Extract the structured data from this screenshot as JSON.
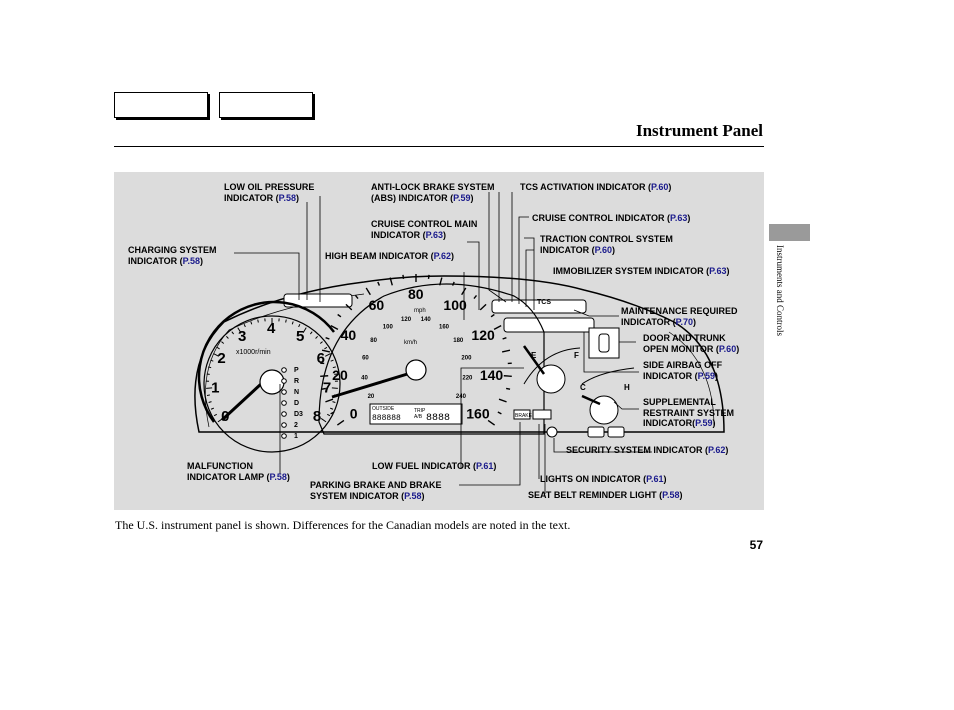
{
  "header": {
    "title": "Instrument Panel"
  },
  "side_tab": {
    "label": "Instruments and Controls"
  },
  "caption": "The U.S. instrument panel is shown. Differences for the Canadian models are noted in the text.",
  "page_number": "57",
  "labels": {
    "low_oil": {
      "l1": "LOW OIL PRESSURE",
      "l2": "INDICATOR (",
      "ref": "P.58",
      "end": ")"
    },
    "abs": {
      "l1": "ANTI-LOCK BRAKE SYSTEM",
      "l2": "(ABS) INDICATOR (",
      "ref": "P.59",
      "end": ")"
    },
    "tcs_act": {
      "l1": "TCS ACTIVATION INDICATOR (",
      "ref": "P.60",
      "end": ")"
    },
    "cruise_main": {
      "l1": "CRUISE CONTROL MAIN",
      "l2": "INDICATOR  (",
      "ref": "P.63",
      "end": ")"
    },
    "cruise_ind": {
      "l1": "CRUISE CONTROL INDICATOR (",
      "ref": "P.63",
      "end": ")"
    },
    "charging": {
      "l1": "CHARGING SYSTEM",
      "l2": "INDICATOR (",
      "ref": "P.58",
      "end": ")"
    },
    "high_beam": {
      "l1": "HIGH BEAM INDICATOR (",
      "ref": "P.62",
      "end": ")"
    },
    "traction": {
      "l1": "TRACTION CONTROL SYSTEM",
      "l2": "INDICATOR (",
      "ref": "P.60",
      "end": ")"
    },
    "immobilizer": {
      "l1": "IMMOBILIZER SYSTEM INDICATOR (",
      "ref": "P.63",
      "end": ")"
    },
    "maintenance": {
      "l1": "MAINTENANCE REQUIRED",
      "l2": "INDICATOR (",
      "ref": "P.70",
      "end": ")"
    },
    "door": {
      "l1": "DOOR AND TRUNK",
      "l2": "OPEN MONITOR (",
      "ref": "P.60",
      "end": ")"
    },
    "side_airbag": {
      "l1": "SIDE AIRBAG OFF",
      "l2": "INDICATOR (",
      "ref": "P.59",
      "end": ")"
    },
    "srs": {
      "l1": "SUPPLEMENTAL",
      "l2": "RESTRAINT SYSTEM",
      "l3": "INDICATOR(",
      "ref": "P.59",
      "end": ")"
    },
    "security": {
      "l1": "SECURITY SYSTEM INDICATOR (",
      "ref": "P.62",
      "end": ")"
    },
    "malfunction": {
      "l1": "MALFUNCTION",
      "l2": "INDICATOR LAMP (",
      "ref": "P.58",
      "end": ")"
    },
    "low_fuel": {
      "l1": "LOW FUEL INDICATOR (",
      "ref": "P.61",
      "end": ")"
    },
    "lights_on": {
      "l1": "LIGHTS ON INDICATOR (",
      "ref": "P.61",
      "end": ")"
    },
    "parking_brake": {
      "l1": "PARKING BRAKE AND BRAKE",
      "l2": "SYSTEM INDICATOR (",
      "ref": "P.58",
      "end": ")"
    },
    "seat_belt": {
      "l1": "SEAT BELT REMINDER LIGHT  (",
      "ref": "P.58",
      "end": ")"
    }
  },
  "gauges": {
    "tach_numbers": [
      "0",
      "1",
      "2",
      "3",
      "4",
      "5",
      "6",
      "7",
      "8"
    ],
    "tach_unit": "x1000r/min",
    "speed_numbers": [
      "0",
      "20",
      "40",
      "60",
      "80",
      "100",
      "120",
      "140",
      "160"
    ],
    "speed_unit": "mph",
    "kmh_numbers": [
      "20",
      "40",
      "60",
      "80",
      "100",
      "120",
      "140",
      "160",
      "180",
      "200",
      "220",
      "240"
    ],
    "km_unit": "km/h",
    "gear_positions": [
      "P",
      "R",
      "N",
      "D",
      "D3",
      "2",
      "1"
    ],
    "odometer_label": "OUTSIDE",
    "odometer_display": "888888",
    "trip_label": "TRIP",
    "trip_sub": "A/B",
    "trip_display": "8888",
    "fuel_marks": [
      "E",
      "F"
    ],
    "temp_marks": [
      "C",
      "H"
    ],
    "tcs_icon_text": "TCS",
    "brake_icon_text": "BRAKE"
  }
}
